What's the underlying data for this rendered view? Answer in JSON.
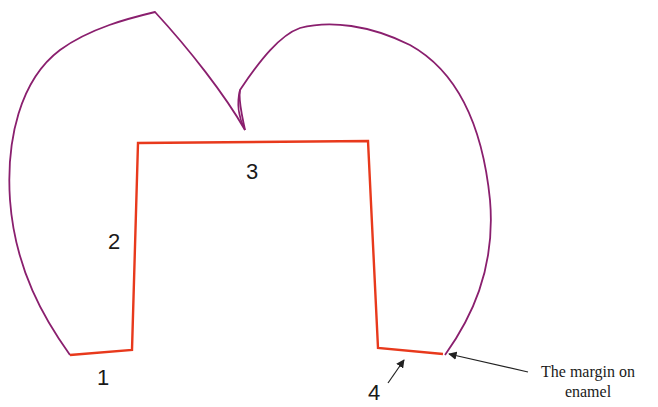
{
  "diagram": {
    "labels": [
      "1",
      "2",
      "3",
      "4",
      "The margin on enamel"
    ]
  }
}
